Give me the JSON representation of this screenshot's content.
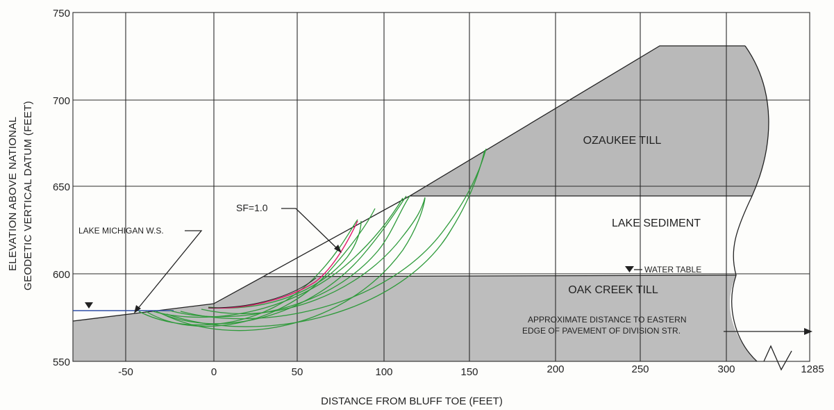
{
  "axes": {
    "x_title": "DISTANCE FROM BLUFF TOE (FEET)",
    "y_title_line1": "ELEVATION ABOVE NATIONAL",
    "y_title_line2": "GEODETIC VERTICAL DATUM (FEET)",
    "x_ticks": [
      "-50",
      "0",
      "50",
      "100",
      "150",
      "200",
      "250",
      "300",
      "1285"
    ],
    "y_ticks": [
      "750",
      "700",
      "650",
      "600",
      "550"
    ]
  },
  "layers": {
    "ozaukee_till": "OZAUKEE TILL",
    "lake_sediment": "LAKE SEDIMENT",
    "oak_creek_till": "OAK CREEK TILL"
  },
  "annotations": {
    "lake_michigan_ws": "LAKE MICHIGAN W.S.",
    "safety_factor": "SF=1.0",
    "water_table": "WATER TABLE",
    "distance_note_line1": "APPROXIMATE DISTANCE TO EASTERN",
    "distance_note_line2": "EDGE OF PAVEMENT OF DIVISION STR."
  },
  "colors": {
    "grid": "#2a2a2a",
    "soil_fill": "#b9b9b9",
    "trial_surfaces": "#2e9a3a",
    "critical_surface": "#e0186a",
    "water_line": "#2f4fa8"
  }
}
